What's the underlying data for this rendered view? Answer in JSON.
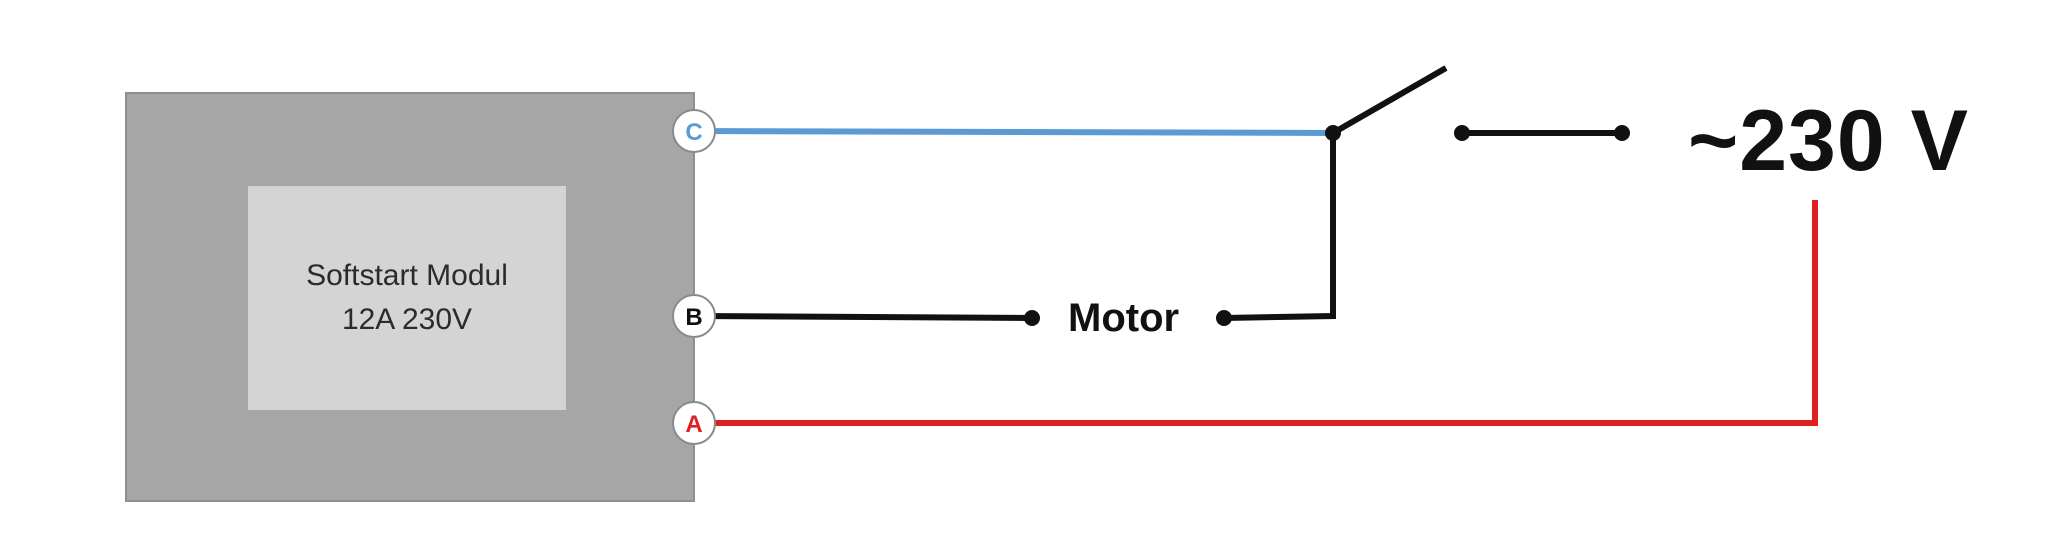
{
  "module": {
    "line1": "Softstart Modul",
    "line2": "12A 230V"
  },
  "terminals": [
    {
      "letter": "C",
      "color": "#5b9bd5"
    },
    {
      "letter": "B",
      "color": "#111111"
    },
    {
      "letter": "A",
      "color": "#e02020"
    }
  ],
  "motor_label": "Motor",
  "voltage_label": "~230 V",
  "colors": {
    "module_body": "#a6a6a6",
    "module_inner": "#d4d4d4",
    "wire_c": "#5b9bd5",
    "wire_b": "#111111",
    "wire_a": "#e02020"
  }
}
